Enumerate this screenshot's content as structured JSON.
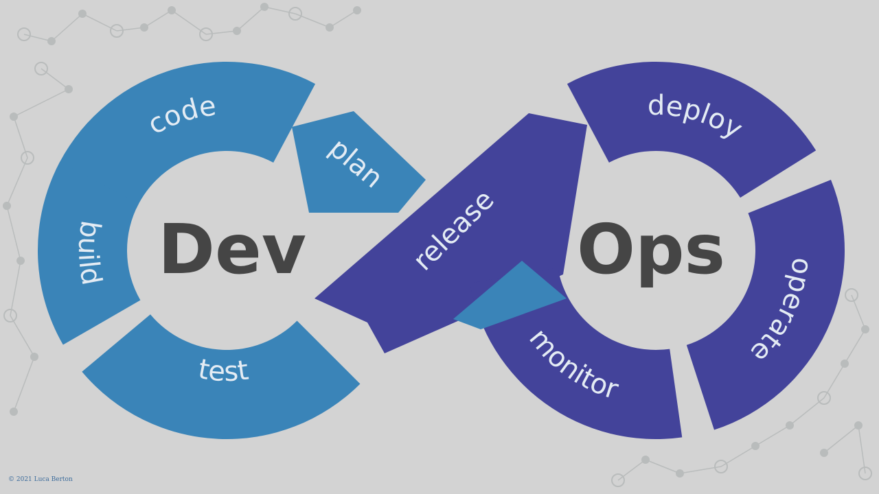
{
  "colors": {
    "dev": "#3a84b8",
    "ops": "#43439a",
    "background": "#d3d3d3",
    "network": "#b9bcbc"
  },
  "dev": {
    "title": "Dev",
    "stages": {
      "code": "code",
      "plan": "plan",
      "build": "build",
      "test": "test"
    }
  },
  "ops": {
    "title": "Ops",
    "stages": {
      "deploy": "deploy",
      "operate": "operate",
      "monitor": "monitor"
    }
  },
  "bridge": {
    "release": "release"
  },
  "footer": {
    "copyright": "© 2021 Luca Berton"
  }
}
